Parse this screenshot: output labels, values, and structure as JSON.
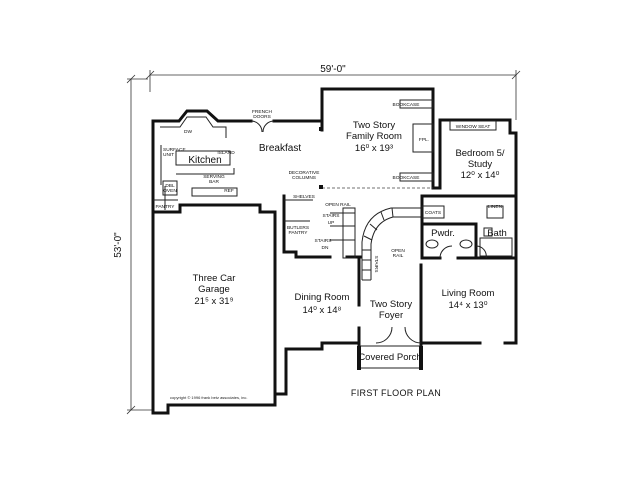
{
  "plan_title": "FIRST FLOOR PLAN",
  "overall_width": "59'-0\"",
  "overall_depth": "53'-0\"",
  "copyright": "copyright © 1996 frank betz associates, inc.",
  "rooms": {
    "family_room": {
      "name_line1": "Two Story",
      "name_line2": "Family Room",
      "size": "16⁰ x 19³"
    },
    "breakfast": {
      "name": "Breakfast"
    },
    "kitchen": {
      "name": "Kitchen"
    },
    "bedroom": {
      "name_line1": "Bedroom 5/",
      "name_line2": "Study",
      "size": "12⁰ x 14⁰"
    },
    "garage": {
      "name_line1": "Three Car",
      "name_line2": "Garage",
      "size": "21⁵ x 31⁹"
    },
    "dining": {
      "name": "Dining Room",
      "size": "14⁰ x 14⁸"
    },
    "foyer": {
      "name_line1": "Two Story",
      "name_line2": "Foyer"
    },
    "living": {
      "name": "Living Room",
      "size": "14⁴ x 13⁰"
    },
    "porch": {
      "name": "Covered Porch"
    },
    "powder": {
      "name": "Pwdr."
    },
    "bath": {
      "name": "Bath"
    }
  },
  "labels": {
    "french_doors_1": "FRENCH",
    "french_doors_2": "DOORS",
    "bookcase_top": "BOOKCASE",
    "bookcase_bottom": "BOOKCASE",
    "fireplace": "FPL.",
    "window_seat": "WINDOW SEAT",
    "decorative_columns_1": "DECORATIVE",
    "decorative_columns_2": "COLUMNS",
    "dw": "DW",
    "surface_unit_1": "SURFACE",
    "surface_unit_2": "UNIT",
    "island": "ISLAND",
    "serving_bar_1": "SERVING",
    "serving_bar_2": "BAR",
    "dbl_oven_1": "DBL",
    "dbl_oven_2": "OVEN",
    "ref": "REF",
    "pantry": "PANTRY",
    "shelves": "SHELVES",
    "butlers_pantry_1": "BUTLERS",
    "butlers_pantry_2": "PANTRY",
    "open_rail_top": "OPEN RAIL",
    "stairs_up": "STAIRS",
    "up": "UP",
    "stairs_dn": "STAIRS",
    "dn": "DN",
    "open_rail_side_1": "OPEN",
    "open_rail_side_2": "RAIL",
    "stairs_small": "STAIRS",
    "coats": "COATS",
    "linen": "LINEN"
  }
}
